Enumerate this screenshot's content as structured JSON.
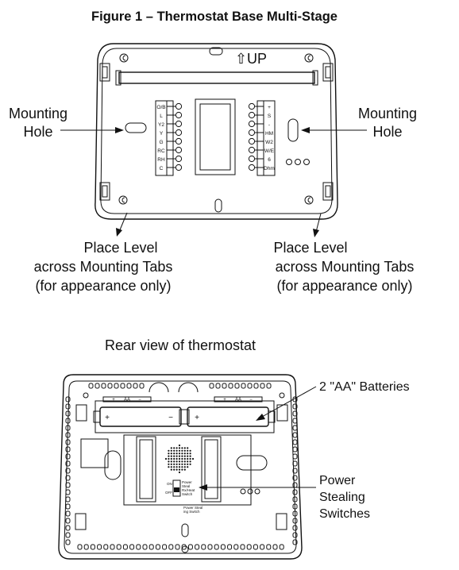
{
  "figure": {
    "title": "Figure 1 – Thermostat Base Multi-Stage"
  },
  "top": {
    "up_label": "⇧UP",
    "left_hole_label": [
      "Mounting",
      "Hole"
    ],
    "right_hole_label": [
      "Mounting",
      "Hole"
    ],
    "left_terminals": [
      "O/B",
      "L",
      "Y2",
      "Y",
      "G",
      "RC",
      "RH",
      "C"
    ],
    "right_terminals": [
      "+",
      "S",
      "-",
      "HM",
      "W2",
      "W/E",
      "6",
      "Dhm"
    ],
    "left_level_label": [
      "Place Level",
      "across Mounting Tabs",
      "(for appearance only)"
    ],
    "right_level_label": [
      "Place Level",
      "across Mounting Tabs",
      "(for appearance only)"
    ]
  },
  "rear": {
    "caption": "Rear view of thermostat",
    "battery_label": "2 \"AA\" Batteries",
    "battery_text": "AA",
    "switch_label": [
      "Power",
      "Stealing",
      "Switches"
    ],
    "switch_on": "ON",
    "switch_off": "OFF",
    "switch_names": [
      "Power",
      "Steal",
      "Rx/Heat",
      "Switch"
    ],
    "bottom_small": [
      "Power Steal",
      "ing Switch"
    ]
  }
}
